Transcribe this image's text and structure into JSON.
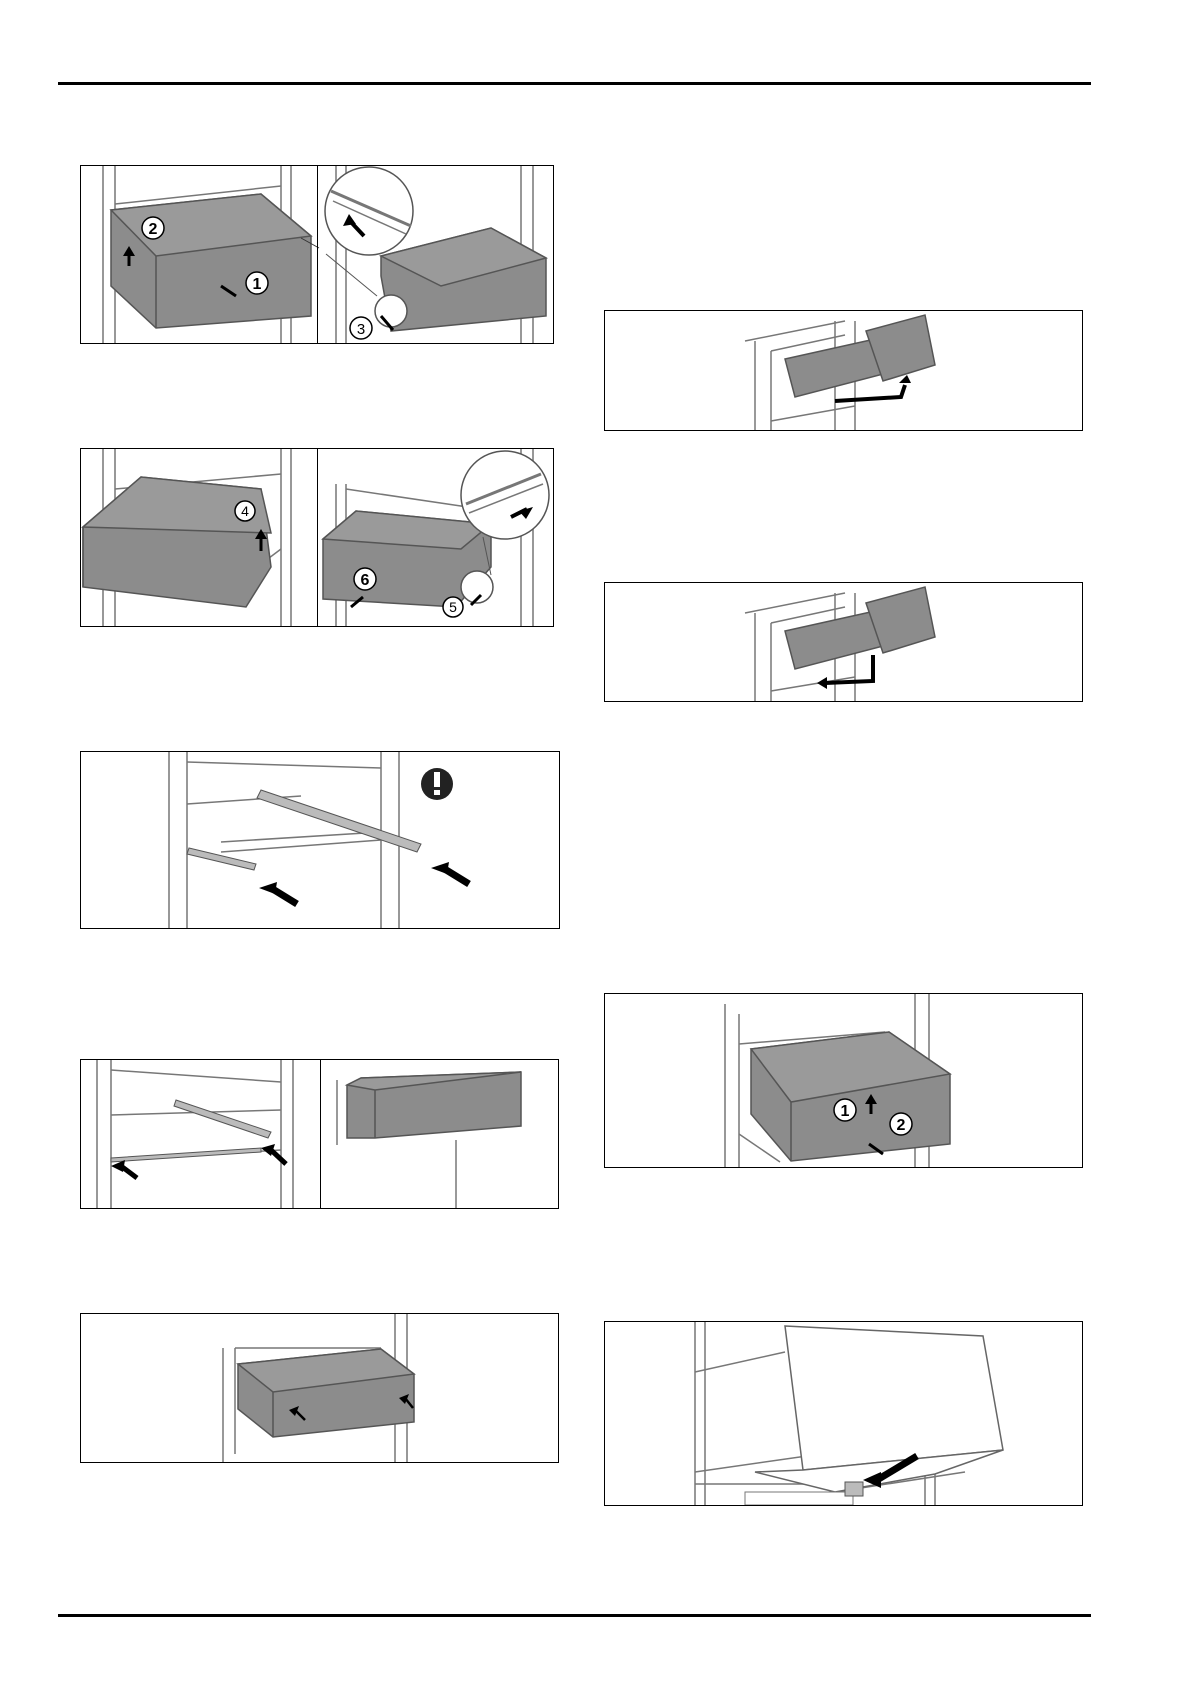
{
  "figures": [
    {
      "id": "drawer-removal-1",
      "steps": [
        "2",
        "1",
        "3"
      ]
    },
    {
      "id": "drawer-removal-2",
      "steps": [
        "4",
        "6",
        "5"
      ]
    },
    {
      "id": "rail-insertion",
      "steps": []
    },
    {
      "id": "rail-installation",
      "steps": []
    },
    {
      "id": "drawer-insertion",
      "steps": []
    },
    {
      "id": "drawer-tilt-out",
      "steps": []
    },
    {
      "id": "drawer-tilt-in",
      "steps": []
    },
    {
      "id": "drawer-lift-out",
      "steps": [
        "1",
        "2"
      ]
    },
    {
      "id": "drawer-clip-release",
      "steps": []
    }
  ],
  "colors": {
    "drawer_fill": "#8c8c8c",
    "line": "#555555",
    "frame": "#000000"
  },
  "icons": [
    "warning-icon",
    "arrow-icon"
  ]
}
